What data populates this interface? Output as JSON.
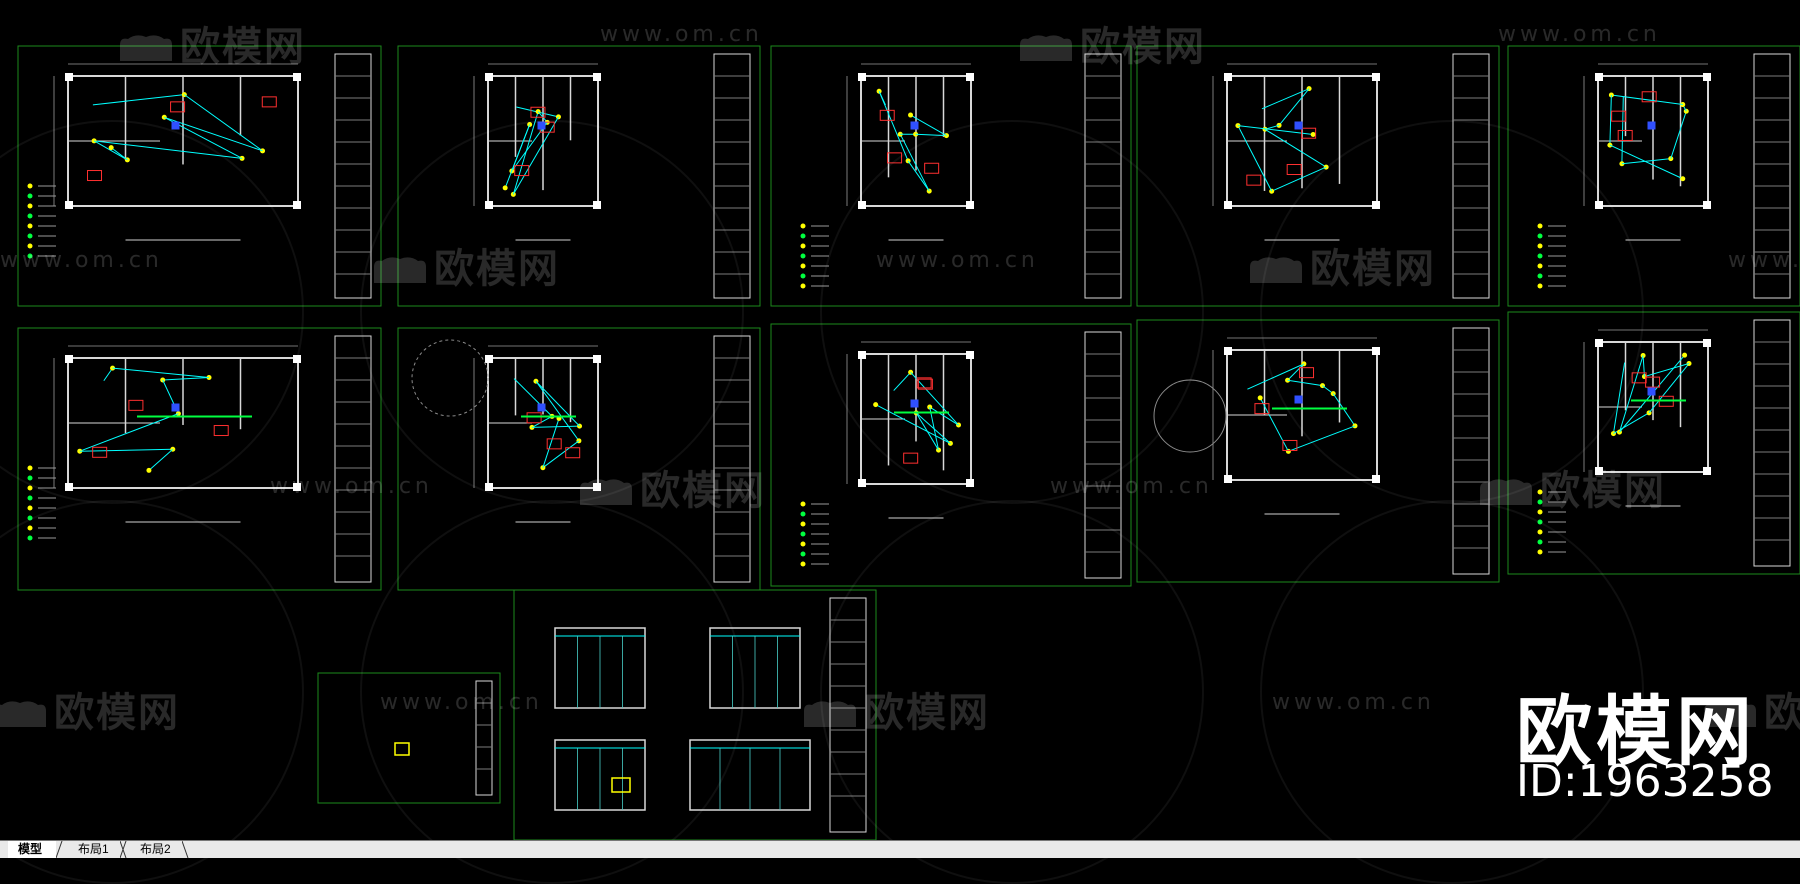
{
  "tabs": [
    {
      "label": "模型",
      "active": true
    },
    {
      "label": "布局1",
      "active": false
    },
    {
      "label": "布局2",
      "active": false
    }
  ],
  "watermark": {
    "cn_text": "欧模网",
    "url_text": "www.om.cn"
  },
  "brand": {
    "name": "欧模网",
    "id_text": "ID:1963258"
  },
  "colors": {
    "background": "#000000",
    "sheet_border": "#1c8a1c",
    "wiring": "#00ffff",
    "walls": "#d8d8d8",
    "accent_red": "#ff3030",
    "accent_yellow": "#ffff00",
    "accent_green": "#00ff40",
    "accent_blue": "#3050ff"
  }
}
